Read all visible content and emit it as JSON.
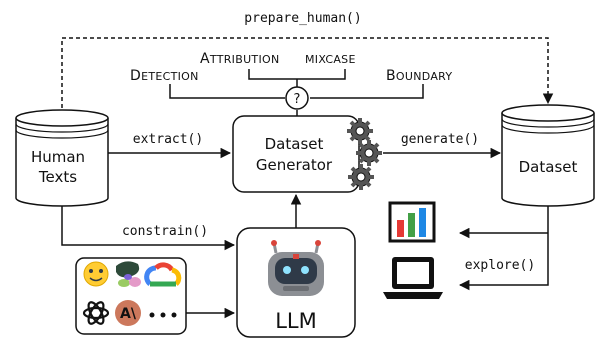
{
  "functions": {
    "prepare_human": "prepare_human()",
    "extract": "extract()",
    "generate": "generate()",
    "constrain": "constrain()",
    "explore": "explore()"
  },
  "tasks": {
    "attribution_big": "A",
    "attribution_small": "TTRIBUTION",
    "mixcase": "MIXCASE",
    "detection_big": "D",
    "detection_small": "ETECTION",
    "boundary_big": "B",
    "boundary_small": "OUNDARY",
    "question_mark": "?"
  },
  "nodes": {
    "human_texts_line1": "Human",
    "human_texts_line2": "Texts",
    "generator_line1": "Dataset",
    "generator_line2": "Generator",
    "dataset": "Dataset",
    "llm": "LLM",
    "anthropic_logo_text": "A\\"
  },
  "colors": {
    "line": "#111111",
    "background": "#ffffff",
    "gear": "#555555",
    "robot_body": "#8c8f94",
    "robot_face": "#2f3a48",
    "robot_eye": "#8fe3ff",
    "robot_accent": "#d9443a",
    "logo_yellow": "#ffcc33",
    "logo_dark_green": "#2e4a3a",
    "logo_green": "#9acb63",
    "logo_pink": "#e49ac8",
    "logo_purple": "#7b61d8",
    "gcloud_blue": "#4285f4",
    "gcloud_red": "#ea4335",
    "gcloud_yellow": "#fbbc05",
    "gcloud_green": "#34a853",
    "anthropic_bg": "#cc785c",
    "chart_red": "#e53935",
    "chart_green": "#43a047",
    "chart_blue": "#1e88e5"
  },
  "icons": [
    "database-icon",
    "gear-icon",
    "question-icon",
    "robot-icon",
    "bar-chart-icon",
    "laptop-icon",
    "huggingface-icon",
    "google-cloud-icon",
    "openai-icon",
    "anthropic-icon",
    "ellipsis-icon"
  ]
}
